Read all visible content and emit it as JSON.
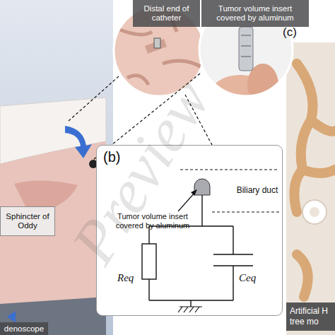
{
  "diagram": {
    "nodes": [
      {
        "text": [
          "Distal end of catheter"
        ]
      },
      {
        "text": [
          "Tumor volume insert covered by aluminum"
        ]
      },
      {
        "text": [
          "(b)"
        ]
      },
      {
        "text": [
          "Sphincter of Oddy"
        ]
      },
      {
        "text": [
          "Artificial H tree mo"
        ]
      },
      {
        "text": [
          "denoscope"
        ]
      }
    ],
    "labels": [
      "(c)",
      "Biliary duct",
      "Tumor volume insert covered by aluminum",
      "Req",
      "Ceq",
      "Preview"
    ]
  }
}
